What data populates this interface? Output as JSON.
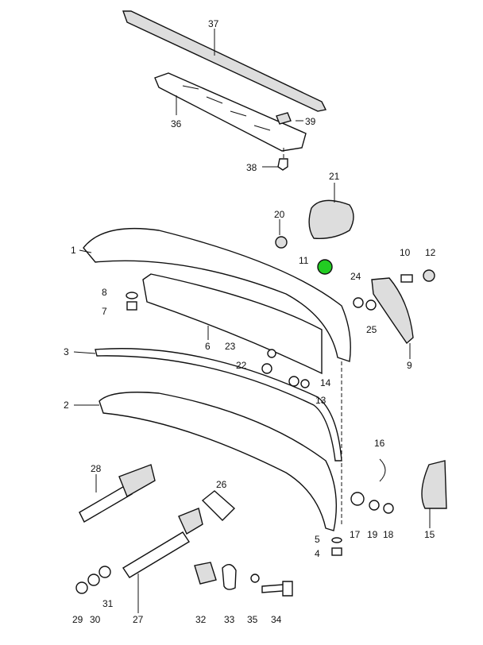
{
  "diagram": {
    "callouts": [
      "37",
      "36",
      "39",
      "38",
      "21",
      "20",
      "11",
      "10",
      "12",
      "1",
      "24",
      "8",
      "7",
      "25",
      "6",
      "23",
      "22",
      "14",
      "3",
      "9",
      "13",
      "2",
      "16",
      "28",
      "26",
      "15",
      "17",
      "19",
      "18",
      "5",
      "4",
      "29",
      "30",
      "31",
      "27",
      "32",
      "33",
      "35",
      "34"
    ],
    "highlight_color": "#22cc22"
  }
}
